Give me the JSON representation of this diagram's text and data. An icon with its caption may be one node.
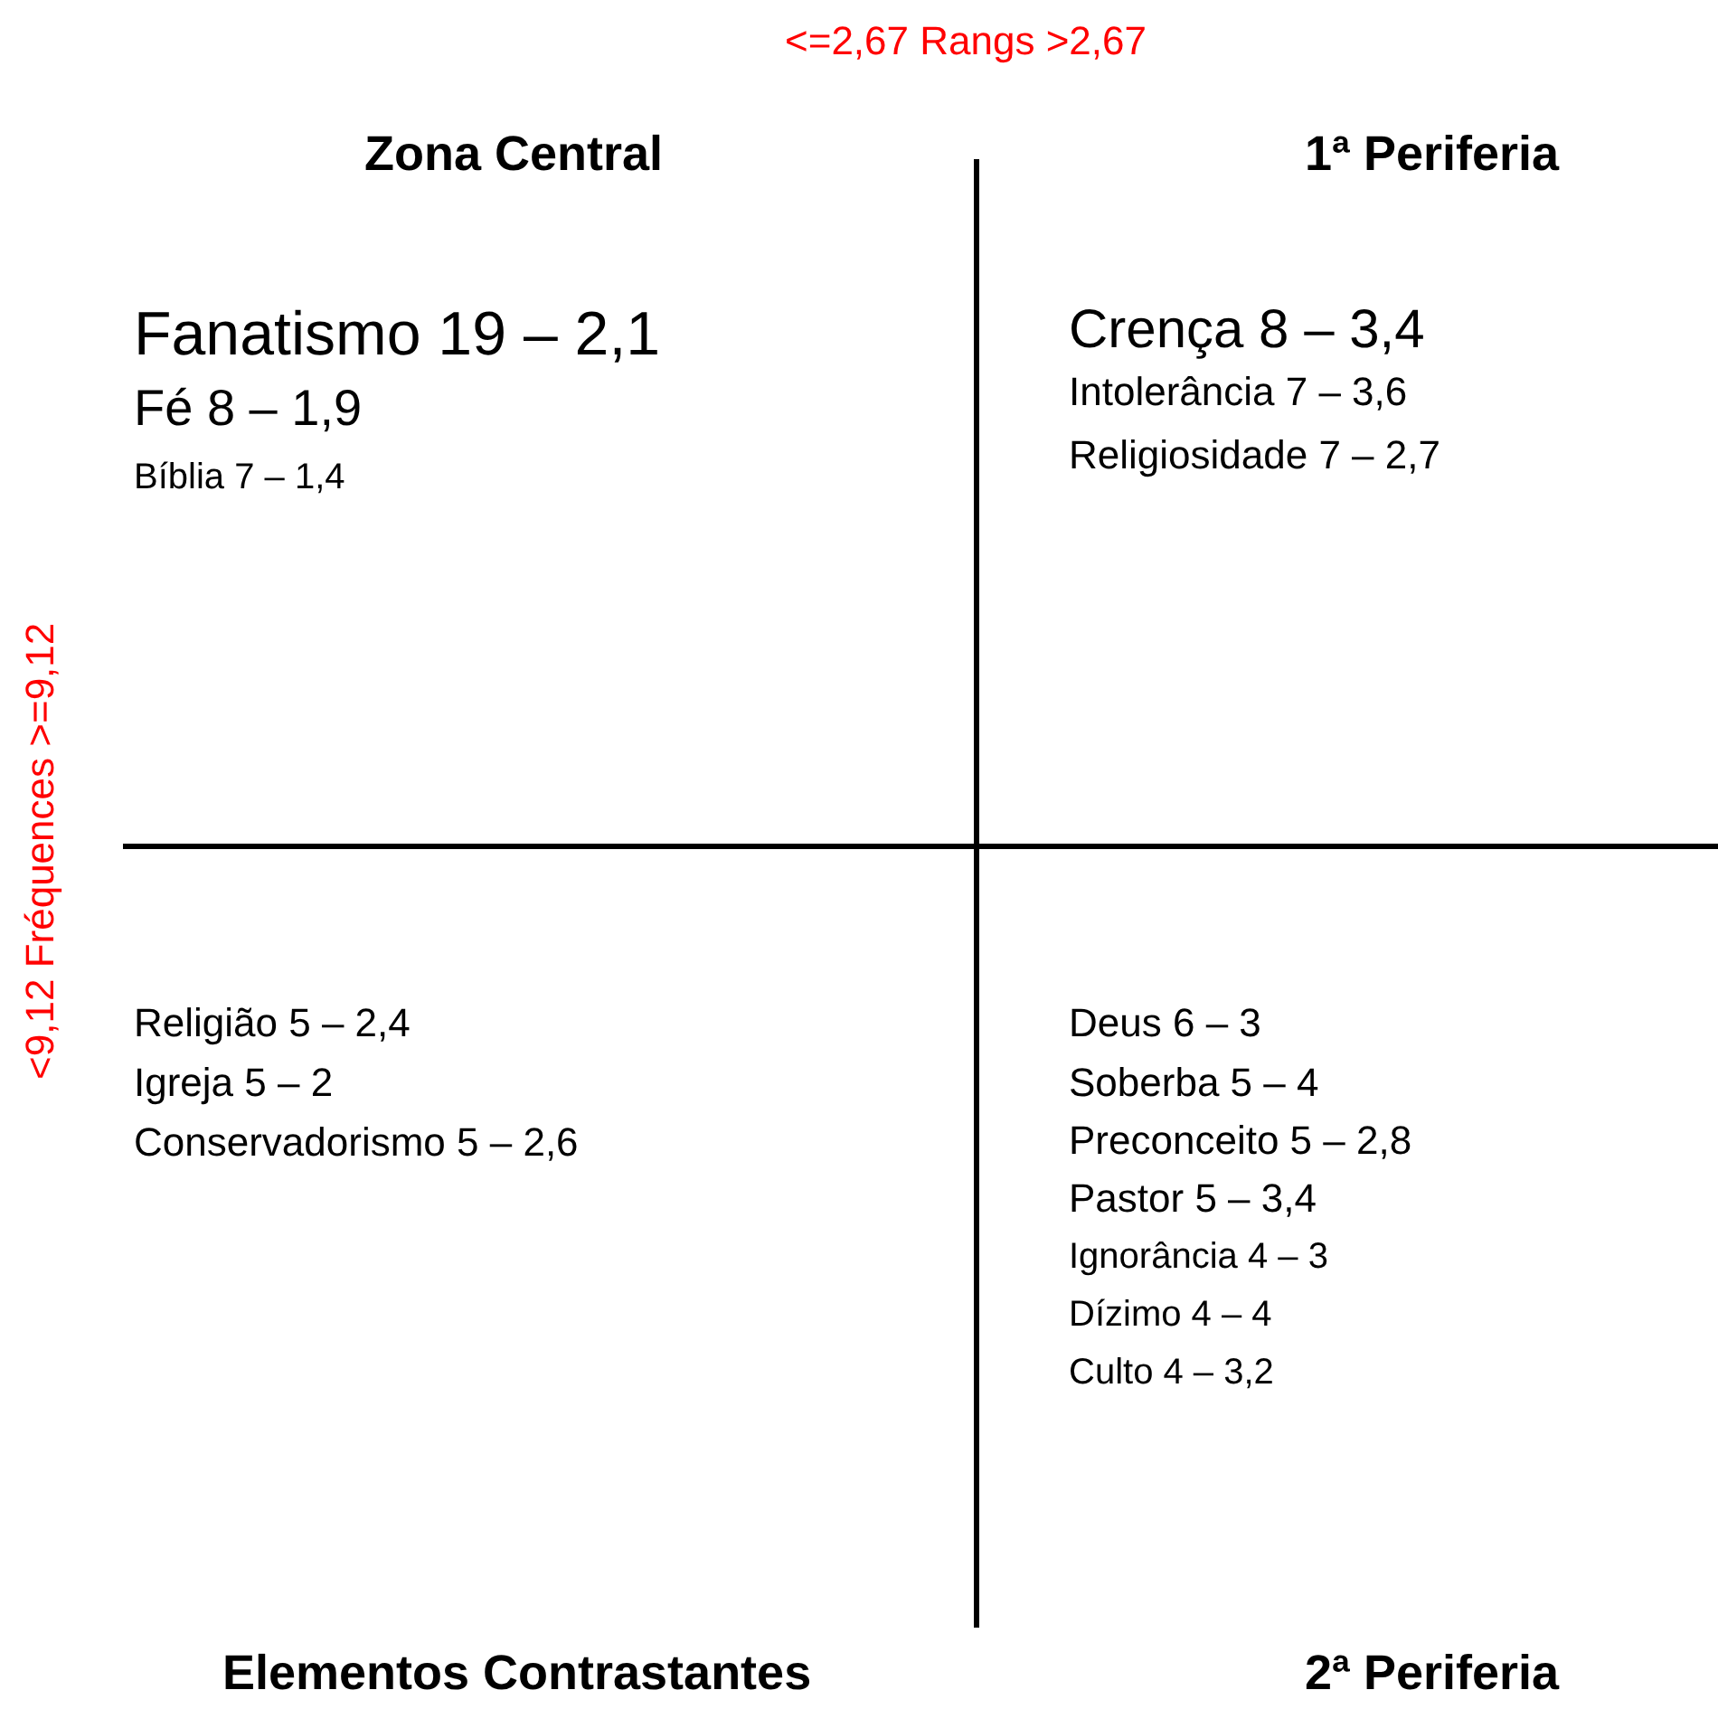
{
  "diagram": {
    "labels": [
      "<=2,67 Rangs >2,67",
      "Zona Central",
      "1ª Periferia",
      "Fanatismo 19 – 2,1",
      "Fé 8 – 1,9",
      "Bíblia 7 – 1,4",
      "Crença 8 – 3,4",
      "Intolerância 7 – 3,6",
      "Religiosidade 7 – 2,7",
      "<9,12 Fréquences >=9,12",
      "Religião 5 – 2,4",
      "Igreja 5 – 2",
      "Conservadorismo 5 – 2,6",
      "Deus 6 – 3",
      "Soberba 5 – 4",
      "Preconceito 5 – 2,8",
      "Pastor 5 – 3,4",
      "Ignorância 4 – 3",
      "Dízimo 4 – 4",
      "Culto 4 – 3,2",
      "Elementos Contrastantes",
      "2ª Periferia"
    ]
  }
}
